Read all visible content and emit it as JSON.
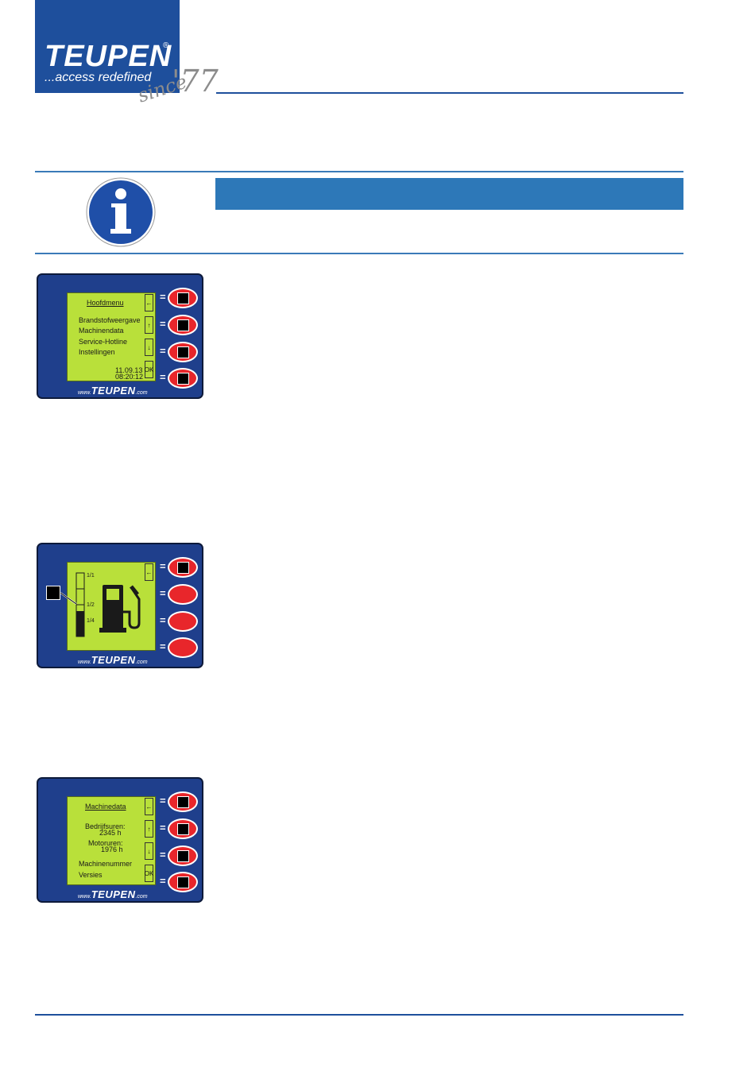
{
  "logo": {
    "brand": "TEUPEN",
    "registered": "®",
    "tagline": "...access redefined",
    "since": "since",
    "year": "'77"
  },
  "panel1": {
    "title": "Hoofdmenu",
    "menu_items": [
      "Brandstofweergave",
      "Machinendata",
      "Service-Hotline",
      "Instellingen"
    ],
    "date": "11.09.13",
    "time": "08:20:12",
    "keys": [
      "←",
      "↑",
      "↓",
      "OK"
    ],
    "brand_www": "www.",
    "brand_name": "TEUPEN",
    "brand_com": ".com"
  },
  "panel2": {
    "gauge_labels": [
      "1/1",
      "1/2",
      "1/4"
    ],
    "fuel_level": 0.4,
    "keys": [
      "←"
    ],
    "brand_www": "www.",
    "brand_name": "TEUPEN",
    "brand_com": ".com"
  },
  "panel3": {
    "title": "Machinedata",
    "hours_label": "Bedrijfsuren:",
    "hours_value": "2345 h",
    "motor_label": "Motoruren:",
    "motor_value": "1976 h",
    "items": [
      "Machinenummer",
      "Versies"
    ],
    "keys": [
      "←",
      "↑",
      "↓",
      "OK"
    ],
    "brand_www": "www.",
    "brand_name": "TEUPEN",
    "brand_com": ".com"
  },
  "equals": "=",
  "colors": {
    "brand_blue": "#1e4f9c",
    "panel_blue": "#1f3f8c",
    "screen_green": "#b9e03a",
    "button_red": "#e8262b",
    "info_bar": "#2d78b8"
  }
}
